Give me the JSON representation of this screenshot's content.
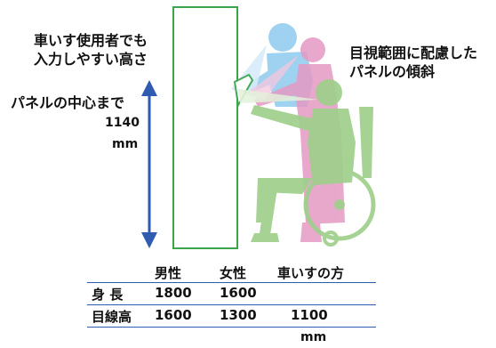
{
  "labels": {
    "easy_input": [
      "車いす使用者でも",
      "入力しやすい高さ"
    ],
    "panel_tilt": [
      "目視範囲に配慮した",
      "パネルの傾斜"
    ],
    "center_height": "パネルの中心まで",
    "center_value": "1140",
    "center_unit": "mm"
  },
  "table": {
    "headers": [
      "男性",
      "女性",
      "車いすの方"
    ],
    "rows": [
      {
        "label": "身 長",
        "values": [
          "1800",
          "1600",
          ""
        ]
      },
      {
        "label": "目線高",
        "values": [
          "1600",
          "1300",
          "1100"
        ]
      }
    ],
    "unit": "mm"
  },
  "colors": {
    "panel_border": "#3aa54a",
    "arrow": "#2f5bb0",
    "table_line": "#2f5bb0",
    "figure_wheelchair": "#9fd08c",
    "figure_woman": "#e59ac4",
    "figure_man": "#8ecbee"
  }
}
